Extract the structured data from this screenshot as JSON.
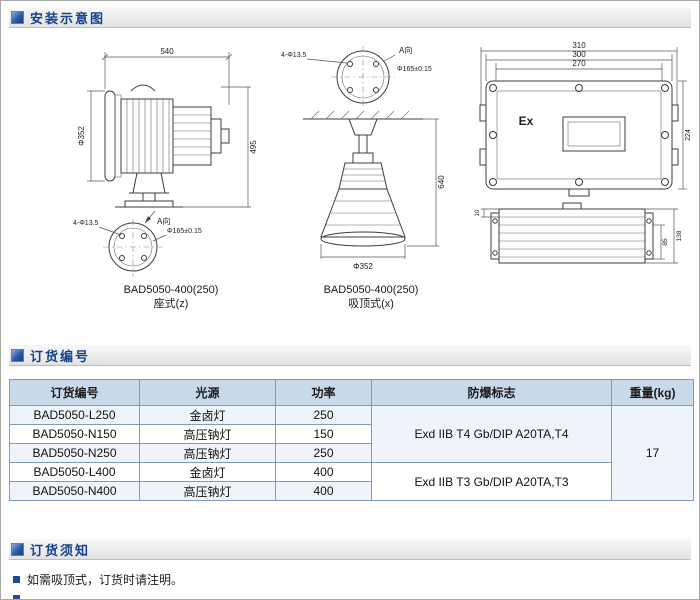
{
  "sections": {
    "install_title": "安装示意图",
    "order_title": "订货编号",
    "notes_title": "订货须知"
  },
  "diagram_pedestal": {
    "dim_width": "540",
    "dim_height": "495",
    "dim_face": "Φ352",
    "view_arrow": "A向",
    "holes_label": "4-Φ13.5",
    "bolt_circle": "Φ165±0.15",
    "caption_model": "BAD5050-400(250)",
    "caption_type": "座式(z)"
  },
  "diagram_ceiling": {
    "view_arrow": "A向",
    "holes_label": "4-Φ13.5",
    "bolt_circle": "Φ165±0.15",
    "dim_height": "640",
    "dim_dia": "Φ352",
    "caption_model": "BAD5050-400(250)",
    "caption_type": "吸顶式(x)"
  },
  "diagram_box": {
    "dim_w1": "310",
    "dim_w2": "300",
    "dim_w3": "270",
    "dim_h": "224",
    "ex_mark": "Ex",
    "side_dim_a": "10",
    "side_dim_b": "85",
    "side_dim_c": "138"
  },
  "table": {
    "headers": [
      "订货编号",
      "光源",
      "功率",
      "防爆标志",
      "重量(kg)"
    ],
    "rows": [
      {
        "model": "BAD5050-L250",
        "source": "金卤灯",
        "power": "250"
      },
      {
        "model": "BAD5050-N150",
        "source": "高压钠灯",
        "power": "150"
      },
      {
        "model": "BAD5050-N250",
        "source": "高压钠灯",
        "power": "250"
      },
      {
        "model": "BAD5050-L400",
        "source": "金卤灯",
        "power": "400"
      },
      {
        "model": "BAD5050-N400",
        "source": "高压钠灯",
        "power": "400"
      }
    ],
    "exd_t4": "Exd IIB T4  Gb/DIP A20TA,T4",
    "exd_t3": "Exd IIB T3  Gb/DIP A20TA,T3",
    "weight": "17"
  },
  "notes": {
    "note1": "如需吸顶式，订货时请注明。"
  }
}
